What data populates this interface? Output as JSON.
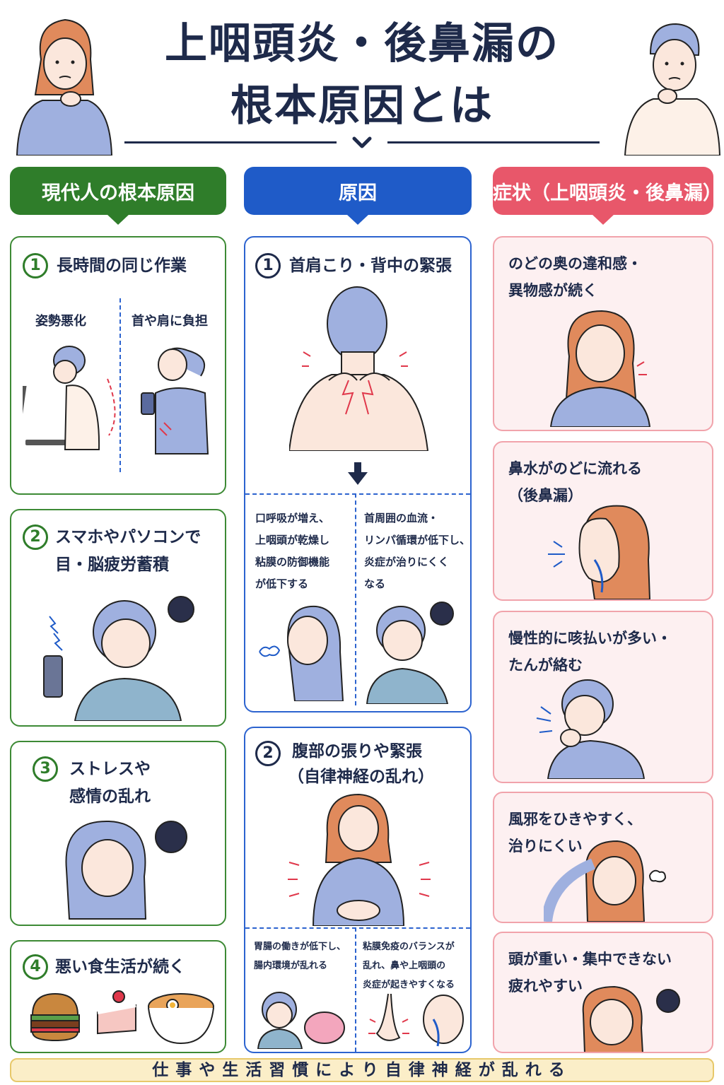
{
  "header": {
    "title_line1": "上咽頭炎・後鼻漏の",
    "title_line2": "根本原因とは"
  },
  "columns": {
    "causes_root": "現代人の根本原因",
    "causes": "原因",
    "symptoms": "症状（上咽頭炎・後鼻漏）"
  },
  "root_causes": [
    {
      "num": "1",
      "title": "長時間の同じ作業",
      "sub_left": "姿勢悪化",
      "sub_right": "首や肩に負担"
    },
    {
      "num": "2",
      "title_line1": "スマホやパソコンで",
      "title_line2": "目・脳疲労蓄積"
    },
    {
      "num": "3",
      "title_line1": "ストレスや",
      "title_line2": "感情の乱れ"
    },
    {
      "num": "4",
      "title": "悪い食生活が続く"
    }
  ],
  "causes": [
    {
      "num": "1",
      "title": "首肩こり・背中の緊張",
      "left_note": [
        "口呼吸が増え、",
        "上咽頭が乾燥し",
        "粘膜の防御機能",
        "が低下する"
      ],
      "right_note": [
        "首周囲の血流・",
        "リンパ循環が低下し、",
        "炎症が治りにくく",
        "なる"
      ]
    },
    {
      "num": "2",
      "title_line1": "腹部の張りや緊張",
      "title_line2": "（自律神経の乱れ）",
      "left_note": [
        "胃腸の働きが低下し、",
        "腸内環境が乱れる"
      ],
      "right_note": [
        "粘膜免疫のバランスが",
        "乱れ、鼻や上咽頭の",
        "炎症が起きやすくなる"
      ]
    }
  ],
  "symptoms": [
    {
      "line1": "のどの奥の違和感・",
      "line2": "異物感が続く"
    },
    {
      "line1": "鼻水がのどに流れる",
      "line2": "（後鼻漏）"
    },
    {
      "line1": "慢性的に咳払いが多い・",
      "line2": "たんが絡む"
    },
    {
      "line1": "風邪をひきやすく、",
      "line2": "治りにくい"
    },
    {
      "line1": "頭が重い・集中できない",
      "line2": "疲れやすい"
    }
  ],
  "footer": {
    "text": "仕事や生活習慣により自律神経が乱れる"
  },
  "colors": {
    "green": "#2f7d2a",
    "blue": "#1f5bc8",
    "pink": "#e8576a",
    "navy": "#1e2a4a"
  },
  "icons": [
    "chevron-down-icon",
    "down-arrow-icon",
    "hamburger-icon",
    "cake-icon",
    "ramen-icon"
  ]
}
